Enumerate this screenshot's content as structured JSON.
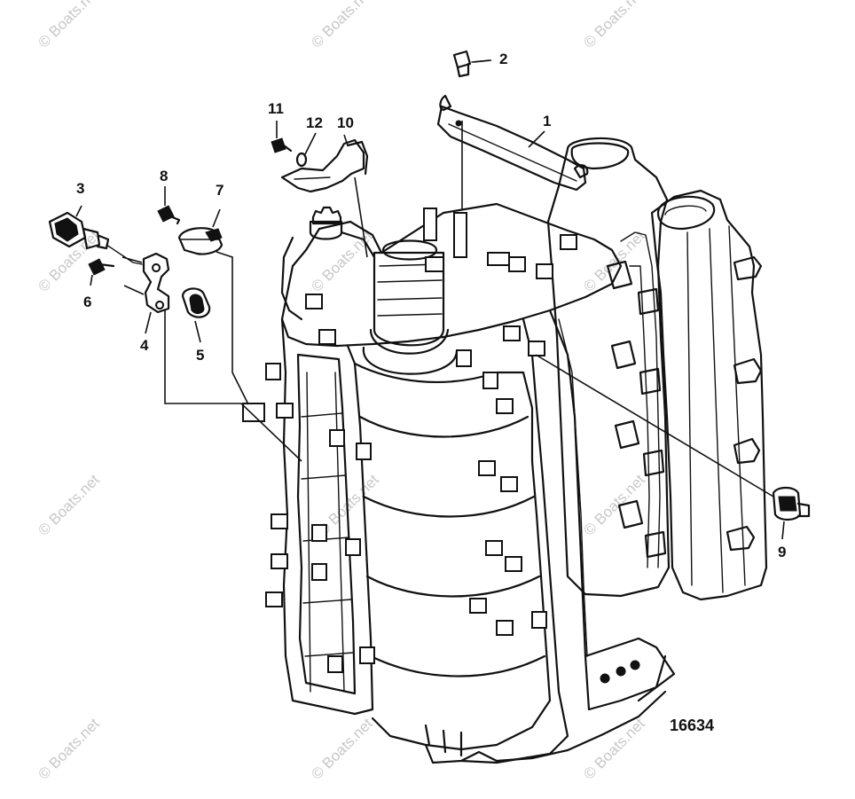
{
  "diagram": {
    "figure_number": "16634",
    "watermark": "© Boats.net",
    "callouts": {
      "c1": "1",
      "c2": "2",
      "c3": "3",
      "c4": "4",
      "c5": "5",
      "c6": "6",
      "c7": "7",
      "c8": "8",
      "c9": "9",
      "c10": "10",
      "c11": "11",
      "c12": "12"
    },
    "colors": {
      "ink": "#111111",
      "watermark": "#c8c8c8",
      "background": "#ffffff"
    }
  }
}
